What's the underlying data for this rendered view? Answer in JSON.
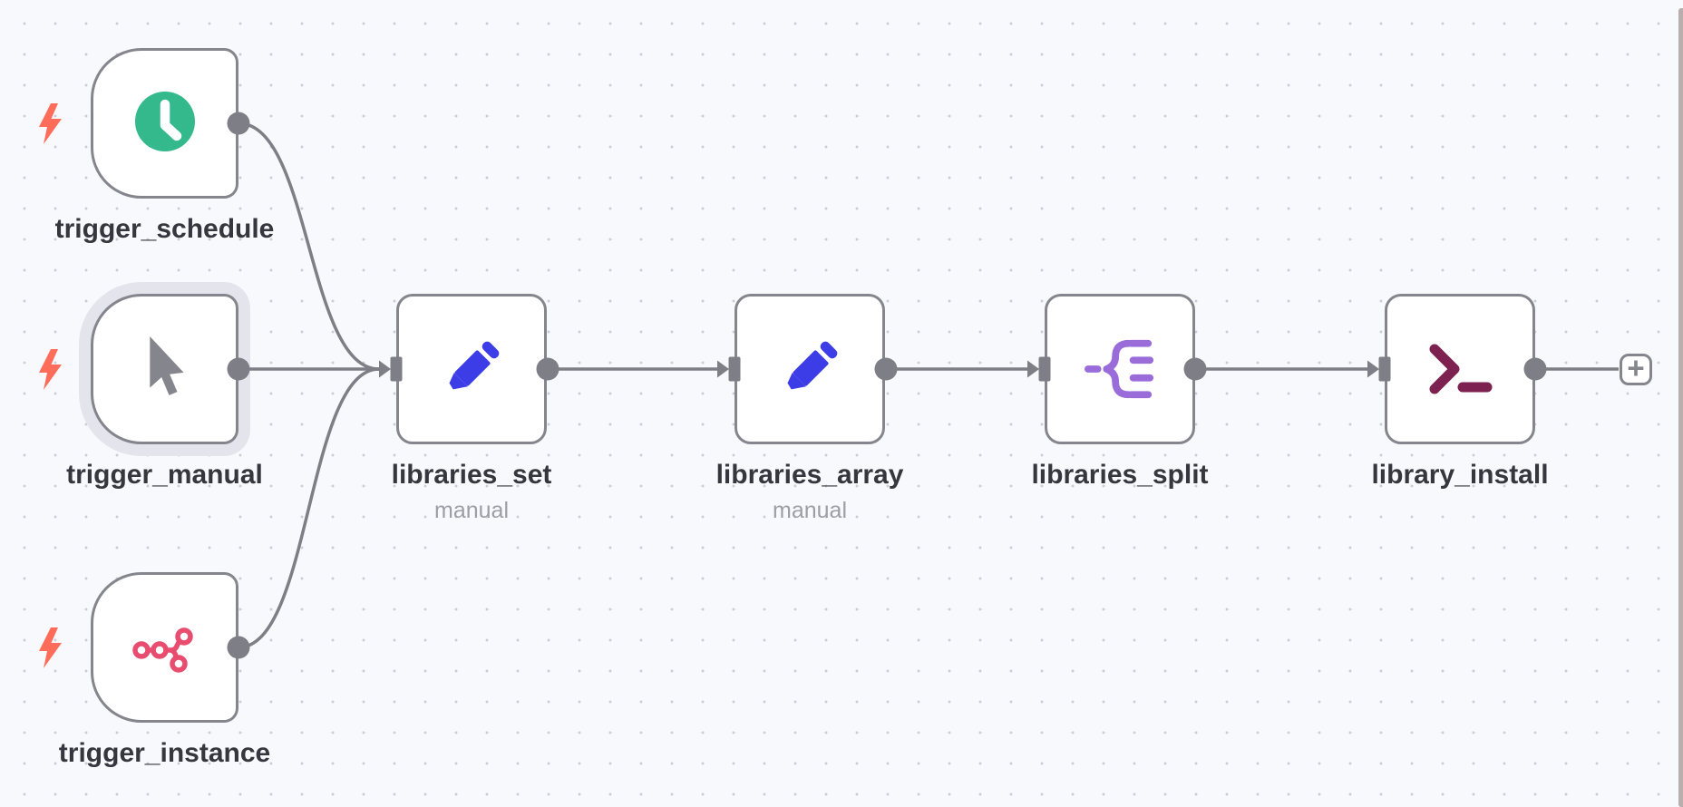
{
  "canvas": {
    "colors": {
      "bg": "#f8f9fc",
      "dot": "#cbccd4",
      "edge": "#7e7e86",
      "node_border": "#85858d",
      "node_fill": "#ffffff",
      "label": "#36363e",
      "subtitle": "#9d9da5",
      "halo": "#e4e4ed",
      "bolt": "#ff6d5a",
      "scrollbar": "#b9adad"
    }
  },
  "nodes": [
    {
      "label": "trigger_schedule",
      "type": "trigger",
      "icon": "clock-icon",
      "icon_color": "#34b98c"
    },
    {
      "label": "trigger_manual",
      "type": "trigger",
      "icon": "cursor-icon",
      "icon_color": "#85858e",
      "selected": true
    },
    {
      "label": "trigger_instance",
      "type": "trigger",
      "icon": "workflow-branch-icon",
      "icon_color": "#e84d70"
    },
    {
      "label": "libraries_set",
      "subtitle": "manual",
      "icon": "pencil-icon",
      "icon_color": "#3d3de8"
    },
    {
      "label": "libraries_array",
      "subtitle": "manual",
      "icon": "pencil-icon",
      "icon_color": "#3d3de8"
    },
    {
      "label": "libraries_split",
      "icon": "split-out-icon",
      "icon_color": "#9a6cd9"
    },
    {
      "label": "library_install",
      "icon": "terminal-icon",
      "icon_color": "#7c2150"
    }
  ],
  "add_button": {
    "label": "+"
  }
}
